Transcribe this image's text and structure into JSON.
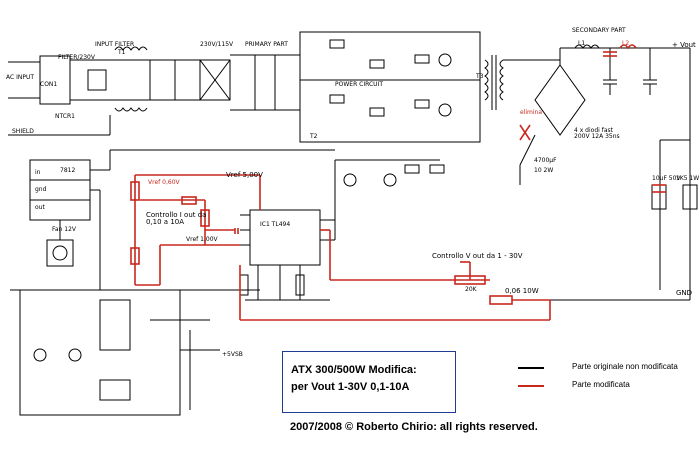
{
  "colors": {
    "original": "#000000",
    "modified": "#c8281e",
    "frame": "#1f3c93",
    "background": "#ffffff"
  },
  "labels": {
    "ac_input": "AC INPUT",
    "filter": "FILTER/230V",
    "con1": "CON1",
    "ntcr1": "NTCR1",
    "input_filter": "INPUT FILTER",
    "voltage_select": "230V/115V",
    "primary_part": "PRIMARY PART",
    "secondary_part": "SECONDARY PART",
    "power_circuit": "POWER CIRCUIT",
    "plus_vout": "+ Vout",
    "shield": "SHIELD",
    "elimina": "elimina",
    "diodes_note": "4 x diodi fast 200V 12A 35ns",
    "cap_4700": "4700μF",
    "res_10_2w": "10 2W",
    "cap_10uf_50v": "10uF 50V",
    "res_1k5_1w": "1K5 1W",
    "reg_7812": "7812",
    "reg_in": "in",
    "reg_gnd": "gnd",
    "reg_out": "out",
    "fan": "Fan 12V",
    "vref_5": "Vref 5,00V",
    "vref_060": "Vref 0,60V",
    "vref_100": "Vref 1,00V",
    "controllo_i": "Controllo I out da 0,10 a 10A",
    "controllo_v": "Controllo V out da 1 - 30V",
    "ic1": "IC1 TL494",
    "pot_20k": "20K",
    "shunt": "0,06  10W",
    "gnd": "GND",
    "plus_5vsb": "+5VSB",
    "l1": "L1",
    "l2": "L2",
    "t1": "T1",
    "t2": "T2",
    "t3": "T3"
  },
  "title": {
    "line1": "ATX 300/500W  Modifica:",
    "line2": "per Vout 1-30V  0,1-10A"
  },
  "copyright": "2007/2008 © Roberto Chirio: all rights reserved.",
  "legend": [
    {
      "label": "Parte originale non modificata",
      "color": "#000000"
    },
    {
      "label": "Parte modificata",
      "color": "#c8281e"
    }
  ]
}
